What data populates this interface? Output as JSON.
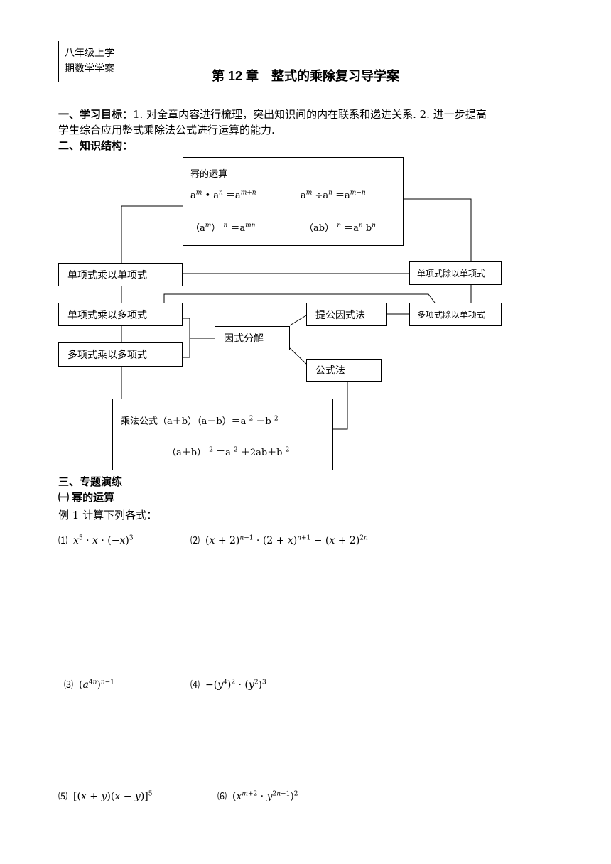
{
  "grade_box": {
    "line1": "八年级上学",
    "line2": "期数学学案"
  },
  "title": "第 12 章　整式的乘除复习导学案",
  "section1": {
    "heading": "一、学习目标：",
    "text_line1": "1. 对全章内容进行梳理，突出知识间的内在联系和递进关系. 2. 进一步提高",
    "text_line2": "学生综合应用整式乘除法公式进行运算的能力."
  },
  "section2": {
    "heading": "二、知识结构："
  },
  "diagram": {
    "power_box": {
      "title": "幂的运算",
      "f1": "a<sup><i>m</i></sup> • a<sup><i>n</i></sup> ＝a<sup><i>m+n</i></sup>",
      "f2": "a<sup><i>m</i></sup> ÷a<sup><i>n</i></sup> ＝a<sup><i>m−n</i></sup>",
      "f3": "（a<sup><i>m</i></sup>） <sup><i>n</i></sup> ＝a<sup><i>mn</i></sup>",
      "f4": "（ab） <sup><i>n</i></sup> ＝a<sup><i>n</i></sup> b<sup><i>n</i></sup>"
    },
    "mono_x_mono": "单项式乘以单项式",
    "mono_x_poly": "单项式乘以多项式",
    "poly_x_poly": "多项式乘以多项式",
    "mono_div_mono": "单项式除以单项式",
    "poly_div_mono": "多项式除以单项式",
    "factorization": "因式分解",
    "common_factor": "提公因式法",
    "formula_method": "公式法",
    "mult_formula": {
      "line1": "乘法公式（a＋b）（a－b）＝a <sup>2</sup> －b <sup>2</sup>",
      "line2": "（a＋b） <sup>2</sup> ＝a <sup>2</sup> ＋2ab＋b <sup>2</sup>"
    }
  },
  "section3": {
    "heading": "三、专题演练",
    "sub1": "㈠ 幂的运算",
    "example": "例 1  计算下列各式："
  },
  "problems": [
    {
      "num": "⑴",
      "expr": "<i>x</i><sup>5</sup> · <i>x</i> · (−<i>x</i>)<sup>3</sup>"
    },
    {
      "num": "⑵",
      "expr": "(<i>x</i> + 2)<sup><i>n</i>−1</sup> · (2 + <i>x</i>)<sup><i>n</i>+1</sup> − (<i>x</i> + 2)<sup>2<i>n</i></sup>"
    },
    {
      "num": "⑶",
      "expr": "(<i>a</i><sup>4<i>n</i></sup>)<sup><i>n</i>−1</sup>"
    },
    {
      "num": "⑷",
      "expr": "−(<i>y</i><sup>4</sup>)<sup>2</sup> · (<i>y</i><sup>2</sup>)<sup>3</sup>"
    },
    {
      "num": "⑸",
      "expr": "[(<i>x</i> + <i>y</i>)(<i>x</i> − <i>y</i>)]<sup>5</sup>"
    },
    {
      "num": "⑹",
      "expr": "(<i>x</i><sup><i>m</i>+2</sup> · <i>y</i><sup>2<i>n</i>−1</sup>)<sup>2</sup>"
    }
  ]
}
